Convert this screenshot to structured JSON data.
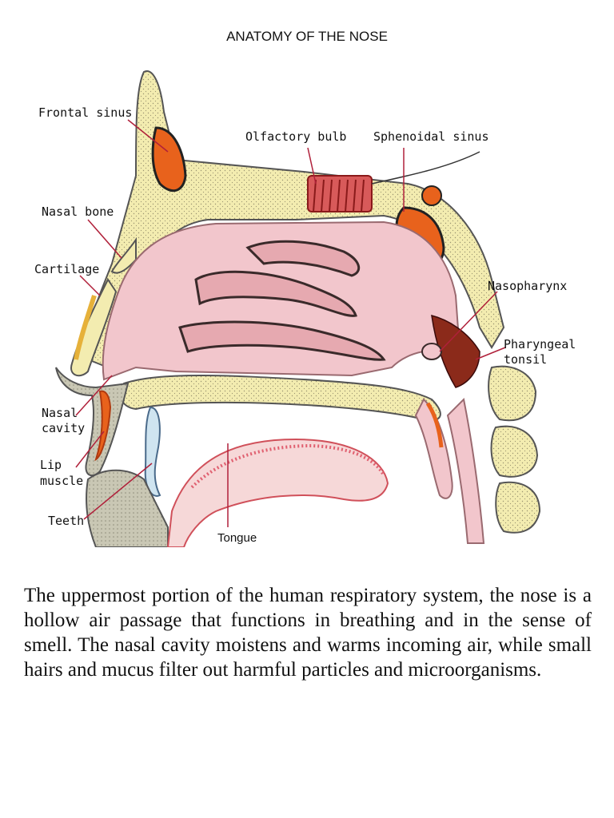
{
  "title": "ANATOMY OF THE NOSE",
  "labels": {
    "frontal_sinus": "Frontal sinus",
    "olfactory_bulb": "Olfactory bulb",
    "sphenoidal_sinus": "Sphenoidal sinus",
    "nasal_bone": "Nasal bone",
    "cartilage": "Cartilage",
    "nasopharynx": "Nasopharynx",
    "pharyngeal_1": "Pharyngeal",
    "pharyngeal_2": "tonsil",
    "nasal_cavity_1": "Nasal",
    "nasal_cavity_2": "cavity",
    "lip_muscle_1": "Lip",
    "lip_muscle_2": "muscle",
    "teeth": "Teeth",
    "tongue": "Tongue"
  },
  "description": "The uppermost portion of the human respiratory system, the nose is a hollow air passage that functions in breathing and in the sense of smell. The nasal cavity moistens and warms incoming air, while small hairs and mucus filter out harmful particles and microorganisms.",
  "colors": {
    "bone": "#f3ecb0",
    "bone_outline": "#555555",
    "mucosa": "#f2c6cc",
    "mucosa_dark": "#e6a9b0",
    "sinus": "#e8621c",
    "tonsil": "#8b2a1a",
    "leader_line": "#b0203a",
    "tongue": "#f6d8d8"
  }
}
